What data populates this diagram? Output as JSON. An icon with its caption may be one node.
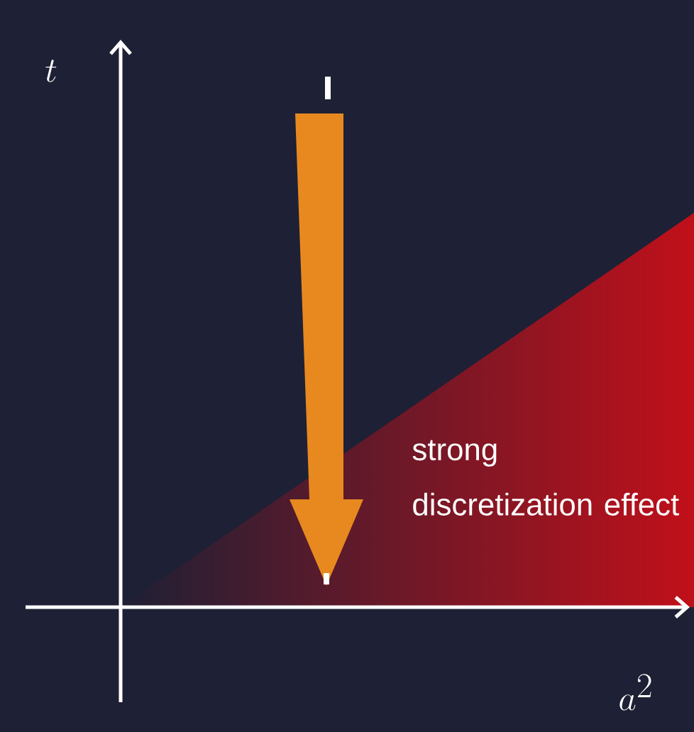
{
  "diagram": {
    "labels": [
      "t",
      "a^2",
      "strong discretization effect"
    ]
  }
}
